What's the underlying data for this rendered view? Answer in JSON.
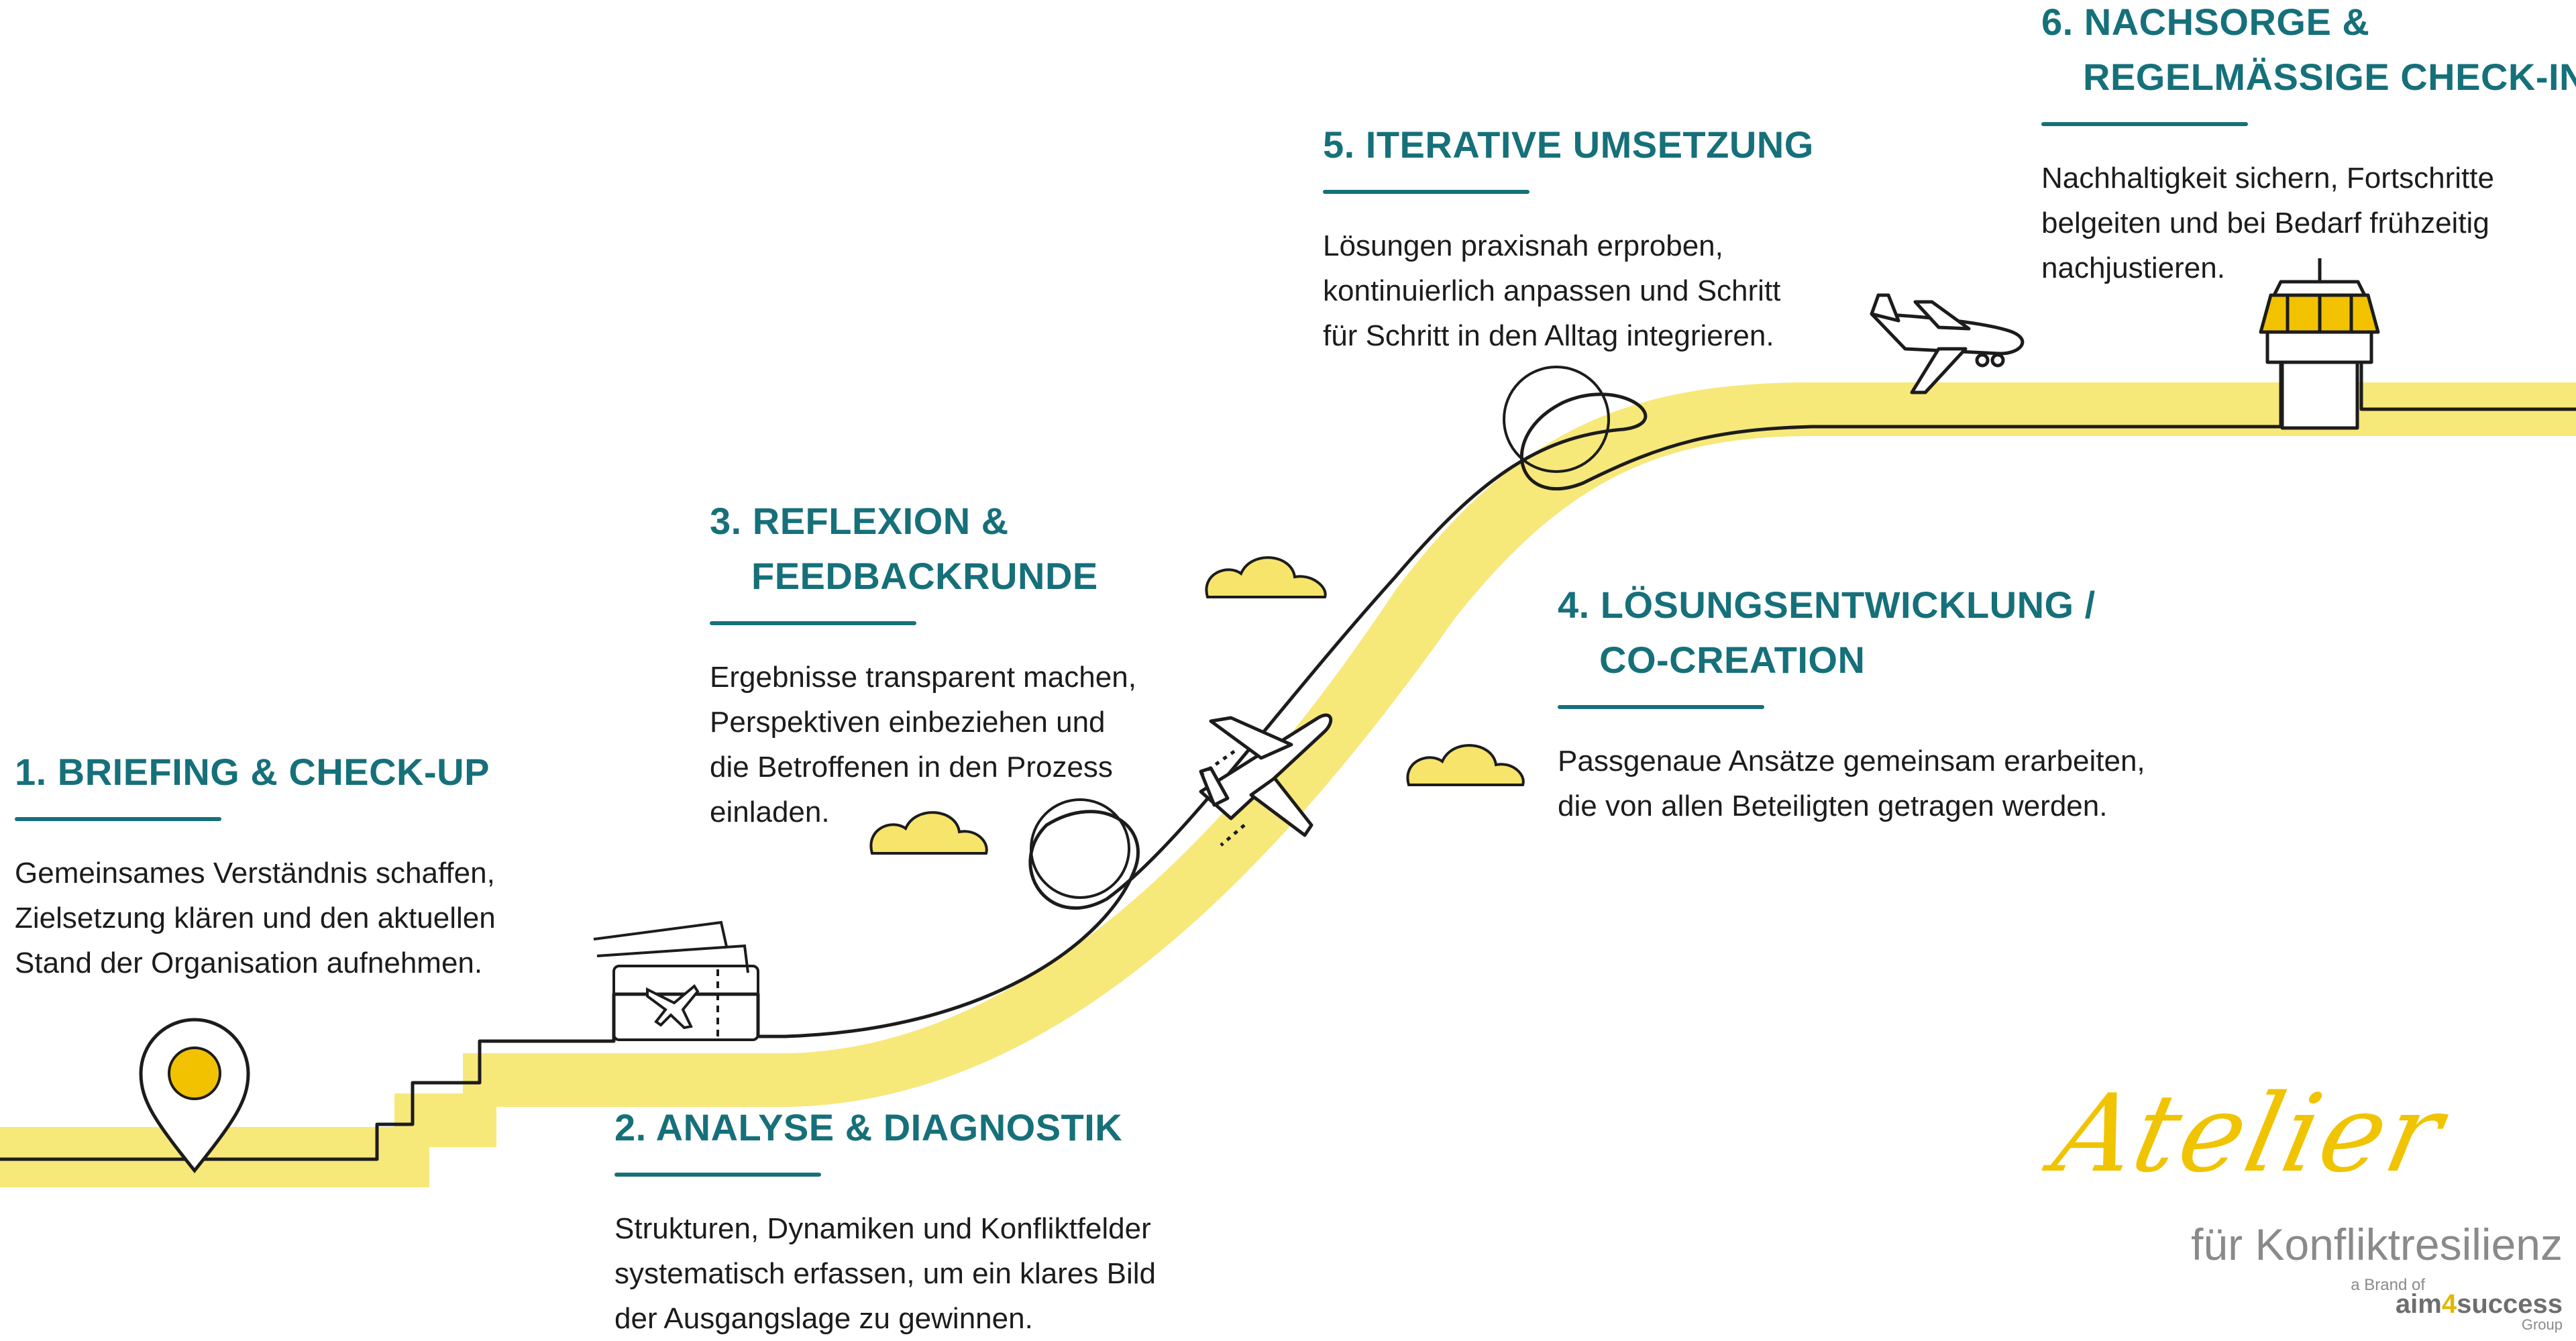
{
  "colors": {
    "accent": "#16707a",
    "path_yellow": "#f7e87a",
    "pin_yellow": "#f2c200",
    "cloud_yellow": "#f7e46a",
    "ink": "#1c1c1c"
  },
  "steps": [
    {
      "title_line1": "1.  BRIEFING & CHECK-UP",
      "title_line2": "",
      "text": [
        "Gemeinsames Verständnis schaffen,",
        "Zielsetzung klären und den aktuellen",
        "Stand der Organisation aufnehmen."
      ]
    },
    {
      "title_line1": "2. ANALYSE & DIAGNOSTIK",
      "title_line2": "",
      "text": [
        "Strukturen, Dynamiken und Konfliktfelder",
        "systematisch erfassen, um ein klares Bild",
        "der Ausgangslage zu gewinnen."
      ]
    },
    {
      "title_line1": "3. REFLEXION &",
      "title_line2": "FEEDBACKRUNDE",
      "text": [
        "Ergebnisse transparent machen,",
        "Perspektiven einbeziehen und",
        "die Betroffenen in den Prozess",
        "einladen."
      ]
    },
    {
      "title_line1": "4. LÖSUNGSENTWICKLUNG /",
      "title_line2": "CO-CREATION",
      "text": [
        "Passgenaue Ansätze gemeinsam erarbeiten,",
        "die von allen Beteiligten getragen werden."
      ]
    },
    {
      "title_line1": "5. ITERATIVE UMSETZUNG",
      "title_line2": "",
      "text": [
        "Lösungen praxisnah erproben,",
        "kontinuierlich anpassen und Schritt",
        "für Schritt in den Alltag integrieren."
      ]
    },
    {
      "title_line1": "6. NACHSORGE &",
      "title_line2": "REGELMÄSSIGE CHECK-INS",
      "text": [
        "Nachhaltigkeit sichern, Fortschritte",
        "belgeiten und bei Bedarf frühzeitig",
        "nachjustieren."
      ]
    }
  ],
  "icons": {
    "start": "location-pin-icon",
    "ticket": "boarding-ticket-icon",
    "plane_takeoff": "airplane-takeoff-icon",
    "plane_landing": "airplane-landing-icon",
    "tower": "control-tower-icon",
    "cloud": "cloud-icon"
  },
  "logo": {
    "script": "Atelier",
    "subtitle": "für Konfliktresilienz",
    "brand_prefix": "a Brand of",
    "company_a": "aim",
    "company_four": "4",
    "company_b": "success",
    "company_group": "Group"
  }
}
